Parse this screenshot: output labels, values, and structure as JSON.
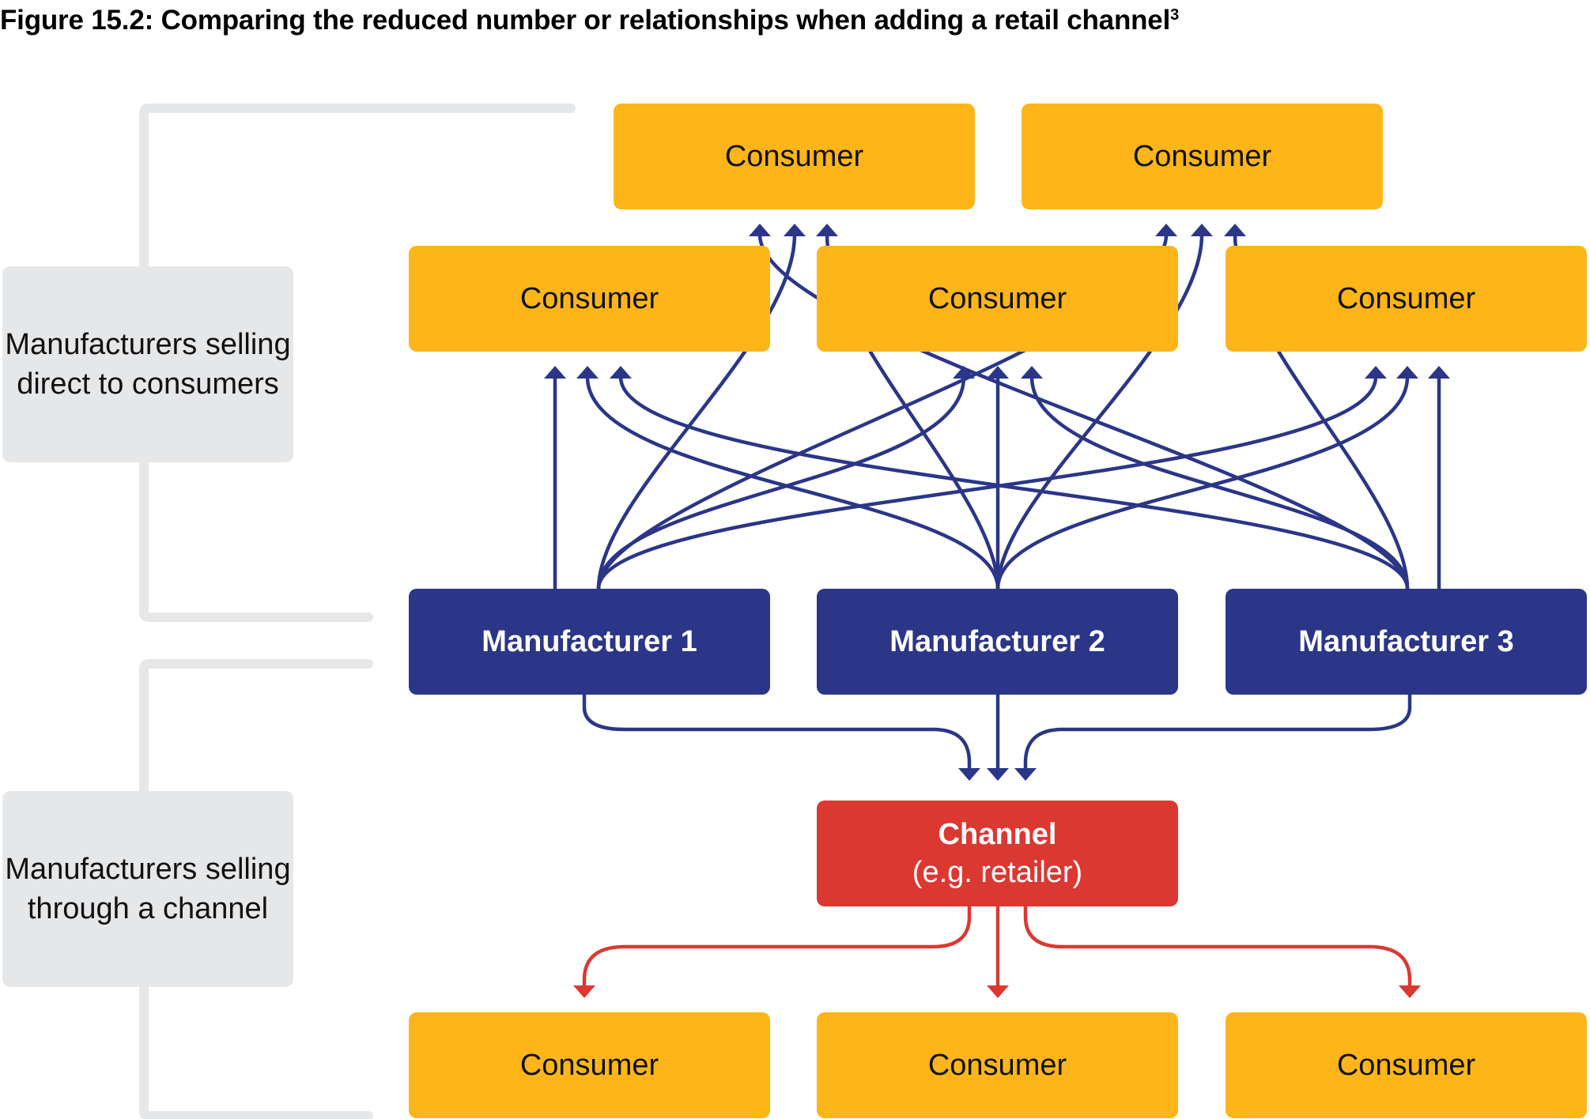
{
  "figure": {
    "title": "Figure 15.2: Comparing the reduced number or relationships when adding a retail channel",
    "footnote_marker": "3"
  },
  "sections": {
    "direct": {
      "label": "Manufacturers selling direct to consumers"
    },
    "channel": {
      "label": "Manufacturers selling through a channel"
    }
  },
  "direct": {
    "consumers": [
      "Consumer",
      "Consumer",
      "Consumer",
      "Consumer",
      "Consumer"
    ],
    "manufacturers": [
      "Manufacturer 1",
      "Manufacturer 2",
      "Manufacturer 3"
    ]
  },
  "channel_model": {
    "channel_title": "Channel",
    "channel_subtitle": "(e.g. retailer)",
    "consumers": [
      "Consumer",
      "Consumer",
      "Consumer"
    ]
  },
  "colors": {
    "consumer": "#FDB51A",
    "manufacturer": "#2B3688",
    "channel": "#DB3832",
    "bracket": "#E6E7E9"
  }
}
